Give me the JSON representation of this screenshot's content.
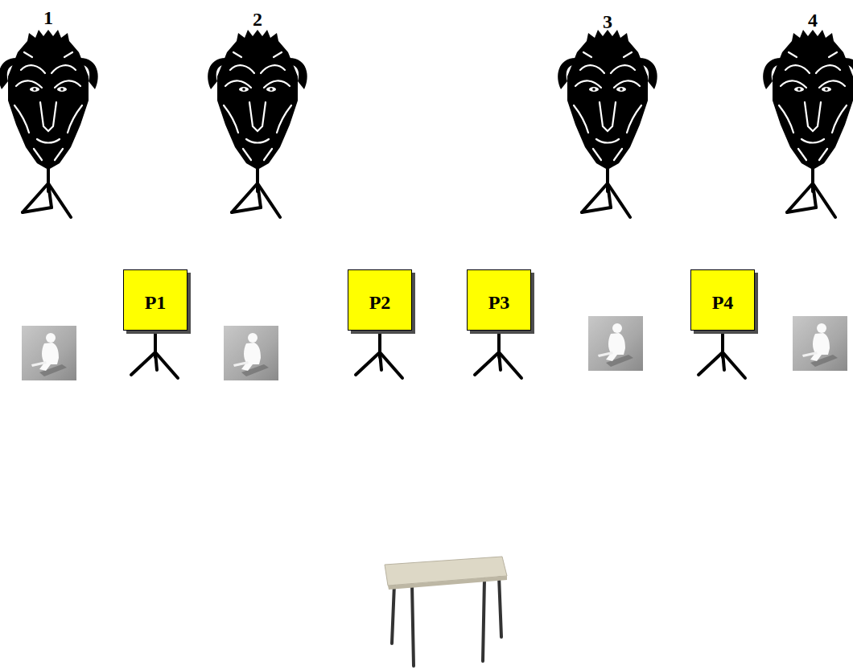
{
  "diagram": {
    "nodes": [
      {
        "text": [
          "P1"
        ]
      },
      {
        "text": [
          "P2"
        ]
      },
      {
        "text": [
          "P3"
        ]
      },
      {
        "text": [
          "P4"
        ]
      }
    ],
    "labels": [
      "1",
      "2",
      "3",
      "4"
    ]
  }
}
